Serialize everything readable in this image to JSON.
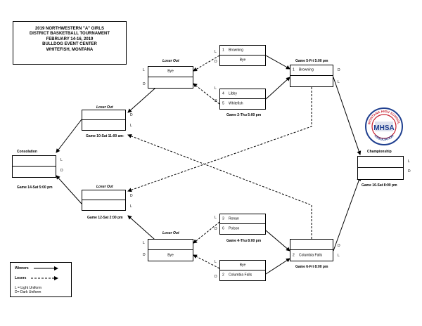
{
  "title": {
    "lines": [
      "2019 NORTHWESTERN \"A\" GIRLS",
      "DISTRICT BASKETBALL TOURNAMENT",
      "FEBRUARY 14-16, 2019",
      "BULLDOG EVENT CENTER",
      "WHITEFISH, MONTANA"
    ]
  },
  "games": {
    "g1": {
      "seed_top": "1",
      "team_top": "Browning",
      "team_bot": "Bye"
    },
    "g2": {
      "seed_top": "4",
      "team_top": "Libby",
      "seed_bot": "5",
      "team_bot": "Whitefish",
      "label": "Game 2-Thu 5:00 pm"
    },
    "g3": {
      "seed_top": "3",
      "team_top": "Ronan",
      "seed_bot": "6",
      "team_bot": "Polson",
      "label": "Game 4-Thu 8:00 pm"
    },
    "g4": {
      "team_top": "Bye",
      "seed_bot": "2",
      "team_bot": "Columbia Falls"
    },
    "g5": {
      "seed_top": "1",
      "team_top": "Browning",
      "label": "Game 5-Fri 5:00 pm"
    },
    "g6": {
      "seed_bot": "2",
      "team_bot": "Columbia Falls",
      "label": "Game 6-Fri 8:00 pm"
    },
    "lo1": {
      "heading": "Loser Out",
      "team_top": "Bye"
    },
    "lo2": {
      "heading": "Loser Out",
      "team_bot": "Bye"
    },
    "g10": {
      "heading": "Loser Out",
      "label": "Game 10-Sat 11:00 am-"
    },
    "g12": {
      "heading": "Loser Out",
      "label": "Game 12-Sat 2:00 pm"
    },
    "consolation": {
      "heading": "Consolation",
      "label": "Game 14-Sat 5:00 pm"
    },
    "championship": {
      "heading": "Championship",
      "label": "Game 16-Sat 8:00 pm"
    }
  },
  "uniforms": {
    "light": "L",
    "dark": "D"
  },
  "legend": {
    "winners": "Winners",
    "losers": "Losers",
    "light_note": "L = Light Uniform",
    "dark_note": "D= Dark Uniform"
  },
  "logo": {
    "top_text": "MONTANA HIGH SCHOOL",
    "center_text": "MHSA",
    "bottom_text": "ASSOCIATION",
    "red": "#c8202f",
    "blue": "#1f3f8f"
  }
}
